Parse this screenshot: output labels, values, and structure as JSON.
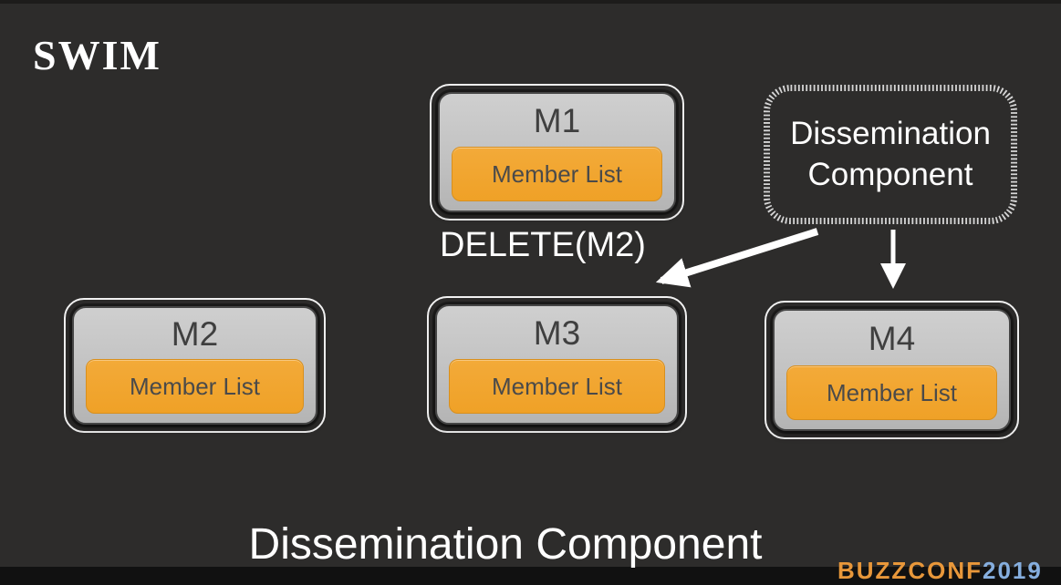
{
  "slide": {
    "title": "SWIM",
    "delete_label": "DELETE(M2)",
    "caption": "Dissemination Component"
  },
  "nodes": [
    {
      "id": "m1",
      "label": "M1",
      "sublabel": "Member List"
    },
    {
      "id": "m2",
      "label": "M2",
      "sublabel": "Member List"
    },
    {
      "id": "m3",
      "label": "M3",
      "sublabel": "Member List"
    },
    {
      "id": "m4",
      "label": "M4",
      "sublabel": "Member List"
    }
  ],
  "dissemination_box": {
    "line1": "Dissemination",
    "line2": "Component"
  },
  "watermark": {
    "orange": "BUZZCONF",
    "blue": "2019"
  },
  "colors": {
    "background": "#2d2c2b",
    "node_fill_gray": "#c2c2c2",
    "node_border_white": "#f2f2f2",
    "member_list_orange": "#efa127",
    "text_dark": "#3f3f3f",
    "text_white": "#ffffff",
    "hatch_border": "#d6d6d6",
    "watermark_orange": "#e8973a",
    "watermark_blue": "#85aede"
  }
}
